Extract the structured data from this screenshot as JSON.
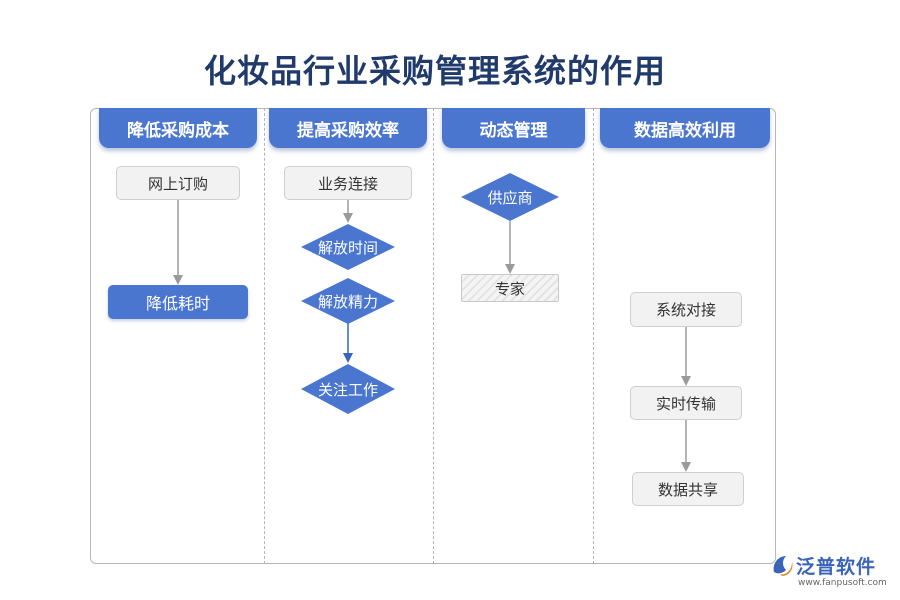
{
  "title": "化妆品行业采购管理系统的作用",
  "columns": [
    {
      "header": "降低采购成本",
      "nodes": [
        {
          "id": "c1n1",
          "label": "网上订购",
          "shape": "box"
        },
        {
          "id": "c1n2",
          "label": "降低耗时",
          "shape": "box-blue"
        }
      ]
    },
    {
      "header": "提高采购效率",
      "nodes": [
        {
          "id": "c2n1",
          "label": "业务连接",
          "shape": "box"
        },
        {
          "id": "c2n2",
          "label": "解放时间",
          "shape": "diamond"
        },
        {
          "id": "c2n3",
          "label": "解放精力",
          "shape": "diamond"
        },
        {
          "id": "c2n4",
          "label": "关注工作",
          "shape": "diamond"
        }
      ]
    },
    {
      "header": "动态管理",
      "nodes": [
        {
          "id": "c3n1",
          "label": "供应商",
          "shape": "diamond"
        },
        {
          "id": "c3n2",
          "label": "专家",
          "shape": "box-hatched"
        }
      ]
    },
    {
      "header": "数据高效利用",
      "nodes": [
        {
          "id": "c4n1",
          "label": "系统对接",
          "shape": "box"
        },
        {
          "id": "c4n2",
          "label": "实时传输",
          "shape": "box"
        },
        {
          "id": "c4n3",
          "label": "数据共享",
          "shape": "box"
        }
      ]
    }
  ],
  "edges": [
    {
      "from": "c1n1",
      "to": "c1n2"
    },
    {
      "from": "c2n1",
      "to": "c2n2"
    },
    {
      "from": "c2n3",
      "to": "c2n4"
    },
    {
      "from": "c3n1",
      "to": "c3n2"
    },
    {
      "from": "c4n1",
      "to": "c4n2"
    },
    {
      "from": "c4n2",
      "to": "c4n3"
    }
  ],
  "colors": {
    "header": "#4a76cf",
    "diamond": "#4a76cf",
    "title": "#1f3a6b",
    "arrow_gray": "#9a9a9a",
    "arrow_blue": "#3a64b8"
  },
  "logo": {
    "brand": "泛普软件",
    "url": "www.fanpusoft.com",
    "icon": "fanpu-logo-icon"
  }
}
